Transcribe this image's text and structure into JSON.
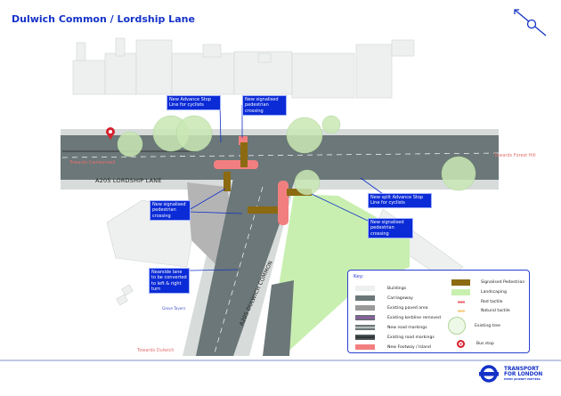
{
  "title": "Dulwich Common / Lordship Lane",
  "colors": {
    "accent": "#1432c8",
    "carriageway": "#6b7778",
    "footway": "#f27f7f",
    "signalised": "#8c6a12",
    "landscaping": "#c8efb0",
    "tree": "#c9e7b4"
  },
  "icons": [
    "north-arrow-icon",
    "bus-stop-icon",
    "tfl-roundel-icon"
  ],
  "roads": {
    "lordship": "A205 LORDSHIP LANE",
    "dulwich": "A205 DULWICH COMMON"
  },
  "directions": {
    "west": "Towards Camberwell",
    "east": "Towards Forest Hill",
    "south": "Towards Dulwich"
  },
  "places": {
    "pub": "Grove Tavern"
  },
  "callouts": [
    {
      "text": "New Advance Stop Line for cyclists"
    },
    {
      "text": "New signalised pedestrian crossing"
    },
    {
      "text": "New signalised pedestrian crossing"
    },
    {
      "text": "New split Advance Stop Line for cyclists"
    },
    {
      "text": "New signalised pedestrian crossing"
    },
    {
      "text": "Nearside lane to be converted to left & right turn"
    }
  ],
  "key": {
    "title": "Key:",
    "items": [
      {
        "label": "Buildings",
        "color": "#eef0ef"
      },
      {
        "label": "Carriageway",
        "color": "#6b7778"
      },
      {
        "label": "Existing paved area",
        "color": "#9a9a9a"
      },
      {
        "label": "Existing kerbline removed",
        "color": "#6b6b7a"
      },
      {
        "label": "New road markings",
        "color": "#6b7778"
      },
      {
        "label": "Existing road markings",
        "color": "#4b5556"
      },
      {
        "label": "New Footway / Island",
        "color": "#f27f7f"
      },
      {
        "label": "Signalised Pedestrian",
        "color": "#8c6a12"
      },
      {
        "label": "Landscaping",
        "color": "#c8efb0"
      },
      {
        "label": "Red tactile",
        "color": "#f0646e"
      },
      {
        "label": "Natural tactile",
        "color": "#f2c87a"
      },
      {
        "label": "Existing tree",
        "color": "#c9e7b4"
      },
      {
        "label": "Bus stop",
        "color": "#d7202e"
      }
    ]
  },
  "logo": {
    "line1": "TRANSPORT",
    "line2": "FOR LONDON",
    "tagline": "EVERY JOURNEY MATTERS"
  }
}
